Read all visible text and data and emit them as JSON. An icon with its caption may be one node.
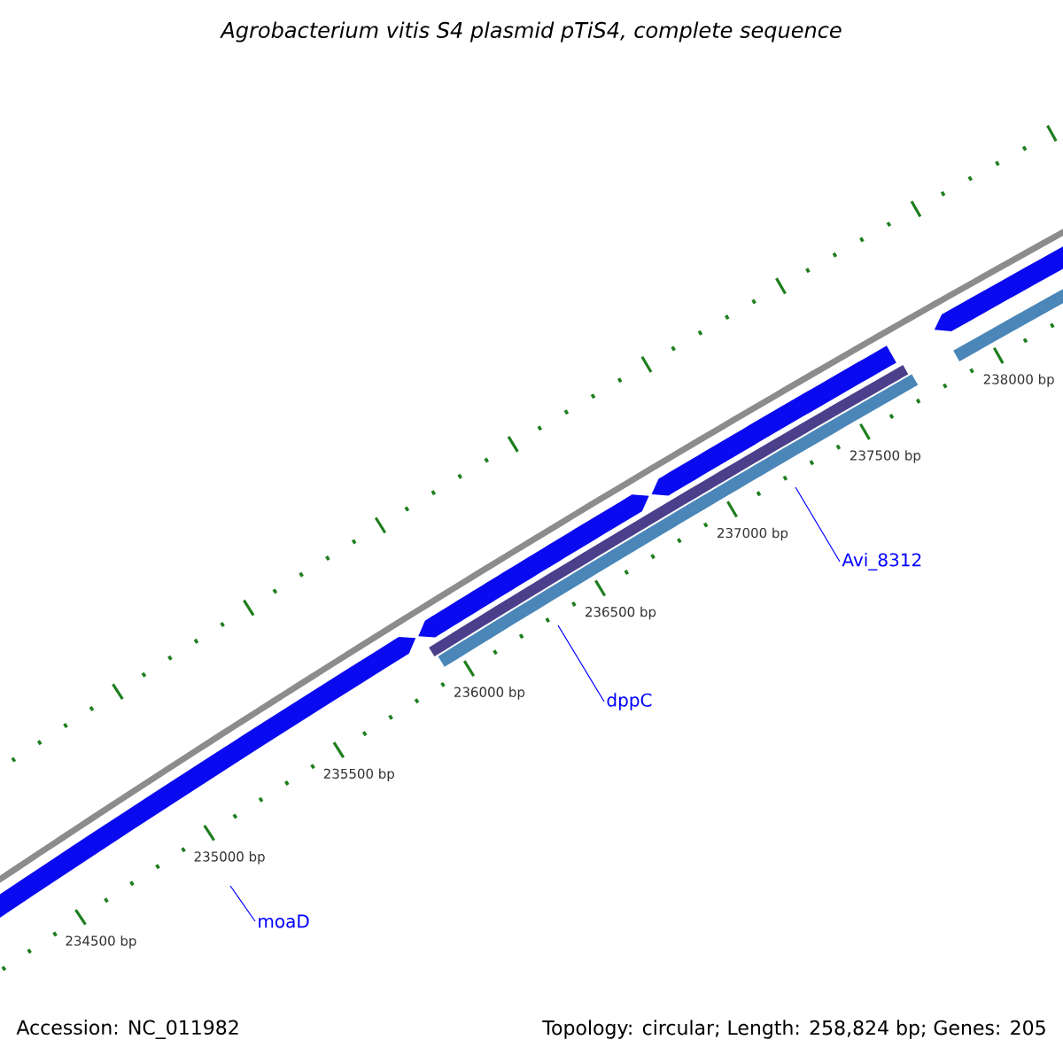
{
  "diagram": {
    "title": "Agrobacterium vitis S4 plasmid pTiS4, complete sequence",
    "nodes": [
      {
        "text": [
          "moaD"
        ]
      },
      {
        "text": [
          "dppC"
        ]
      },
      {
        "text": [
          "Avi_8312"
        ]
      }
    ],
    "edges": [
      {
        "from": 0,
        "to": null,
        "arrow": "none"
      },
      {
        "from": 1,
        "to": null,
        "arrow": "none"
      },
      {
        "from": 2,
        "to": null,
        "arrow": "none"
      }
    ],
    "labels": [
      "238000 bp",
      "237500 bp",
      "237000 bp",
      "236500 bp",
      "236000 bp",
      "235500 bp",
      "235000 bp",
      "234500 bp",
      "Accession: NC_011982",
      "Topology: circular; Length: 258,824 bp; Genes: 205"
    ]
  }
}
